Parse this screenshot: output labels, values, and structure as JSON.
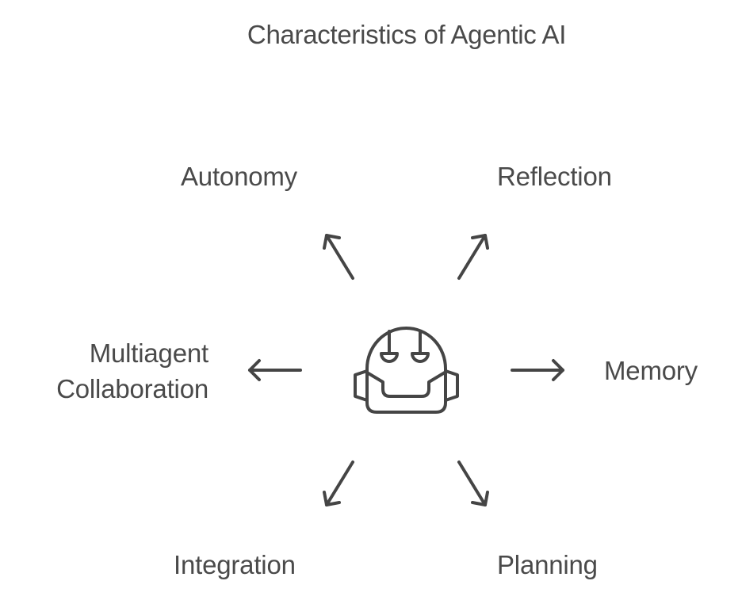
{
  "diagram": {
    "title": "Characteristics of Agentic AI",
    "center": {
      "icon": "robot-icon",
      "label": ""
    },
    "characteristics": [
      {
        "id": "autonomy",
        "label": "Autonomy",
        "direction": "up-left"
      },
      {
        "id": "reflection",
        "label": "Reflection",
        "direction": "up-right"
      },
      {
        "id": "multiagent-collaboration",
        "label_lines": [
          "Multiagent",
          "Collaboration"
        ],
        "direction": "left"
      },
      {
        "id": "memory",
        "label": "Memory",
        "direction": "right"
      },
      {
        "id": "integration",
        "label": "Integration",
        "direction": "down-left"
      },
      {
        "id": "planning",
        "label": "Planning",
        "direction": "down-right"
      }
    ],
    "colors": {
      "text": "#4a4a4a",
      "stroke": "#454545",
      "background": "#ffffff"
    }
  }
}
